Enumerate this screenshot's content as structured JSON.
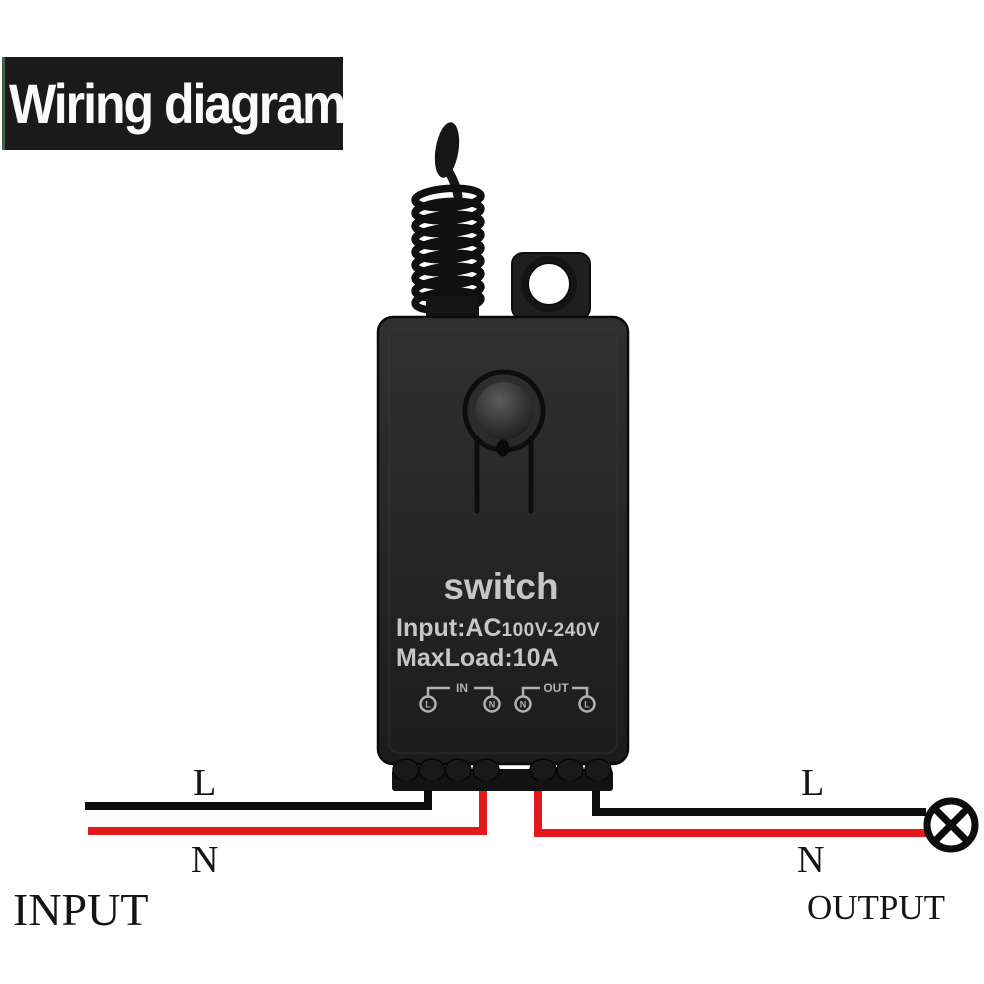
{
  "title": {
    "text": "Wiring diagram"
  },
  "device": {
    "name_label": "switch",
    "input_prefix": "Input:AC",
    "input_value": "100V-240V",
    "maxload_label": "MaxLoad:10A",
    "terminals": {
      "in_group_label": "IN",
      "in_left_letter": "L",
      "in_right_letter": "N",
      "out_group_label": "OUT",
      "out_left_letter": "N",
      "out_right_letter": "L"
    }
  },
  "wiring": {
    "input_live_label": "L",
    "input_neutral_label": "N",
    "input_side_label": "INPUT",
    "output_live_label": "L",
    "output_neutral_label": "N",
    "output_side_label": "OUTPUT"
  },
  "icons": {
    "lamp_icon": "circle-with-cross load symbol",
    "antenna_icon": "coiled spring antenna"
  },
  "colors": {
    "live_wire": "#0c0c0c",
    "neutral_wire": "#e3191c",
    "device_body": "#262626",
    "banner_bg": "#1a1a1a",
    "banner_edge_green": "#44604d",
    "device_text": "#c6c6c6"
  }
}
